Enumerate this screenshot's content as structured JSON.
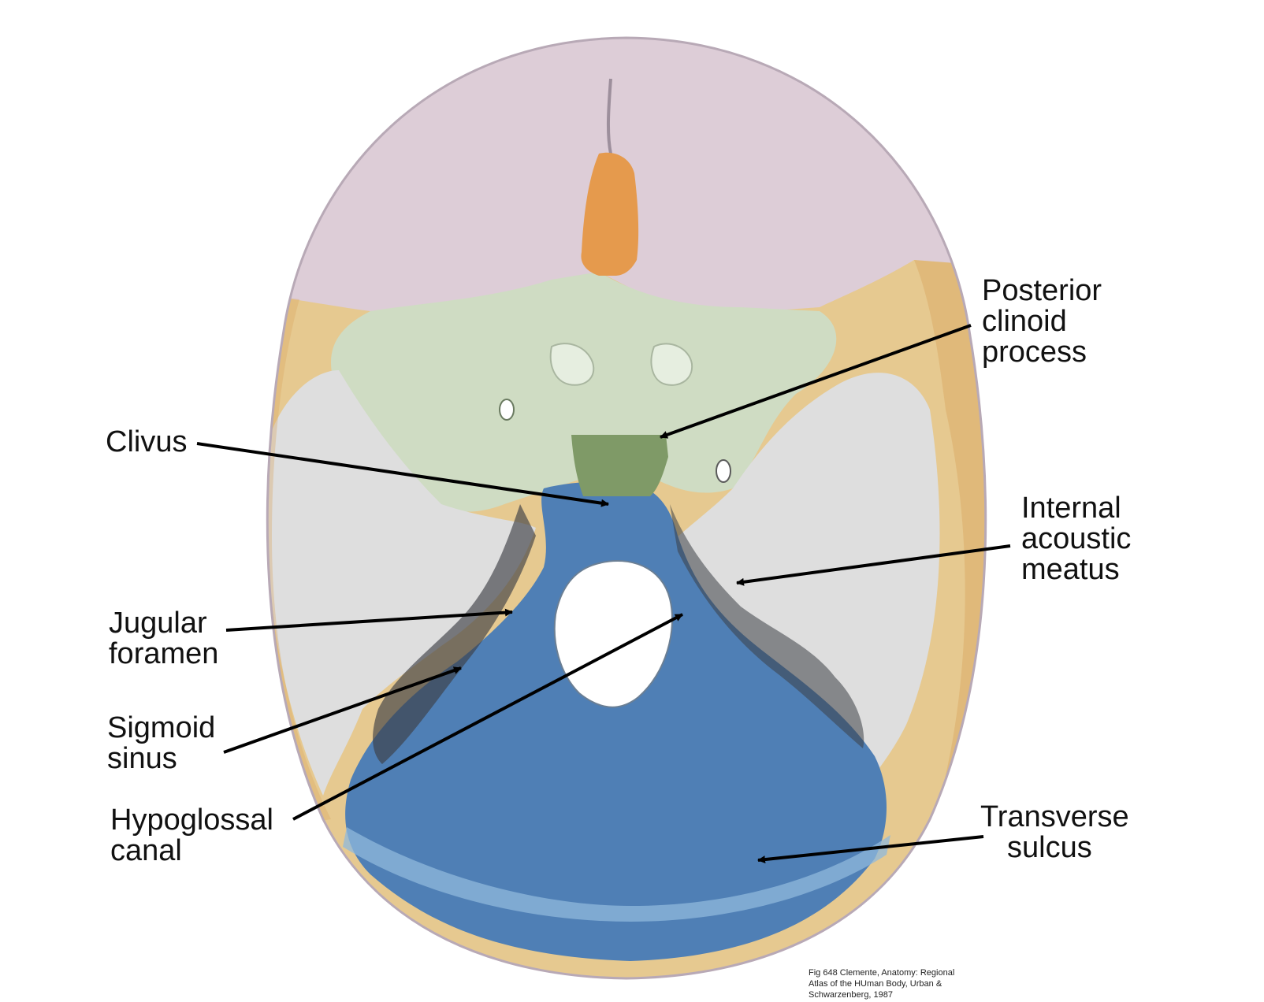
{
  "colors": {
    "frontal_region": "#ddcdd7",
    "middle_region": "#cfdcc3",
    "posterior_region": "#4f7fb5",
    "petrous_region": "#dedede",
    "parietal_rim": "#e6c990",
    "crista_galli": "#e59a4d",
    "clivus_patch": "#7f9a67",
    "arrow": "#000000"
  },
  "labels": {
    "posterior_clinoid": [
      "Posterior",
      "clinoid",
      "process"
    ],
    "clivus": [
      "Clivus"
    ],
    "internal_acoustic": [
      "Internal",
      "acoustic",
      "meatus"
    ],
    "jugular_foramen": [
      "Jugular",
      "foramen"
    ],
    "sigmoid_sinus": [
      "Sigmoid",
      "sinus"
    ],
    "hypoglossal_canal": [
      "Hypoglossal",
      "canal"
    ],
    "transverse_sulcus": [
      "Transverse",
      "sulcus"
    ]
  },
  "citation": [
    "Fig 648 Clemente, Anatomy: Regional",
    "Atlas of the HUman Body, Urban &",
    "Schwarzenberg, 1987"
  ]
}
